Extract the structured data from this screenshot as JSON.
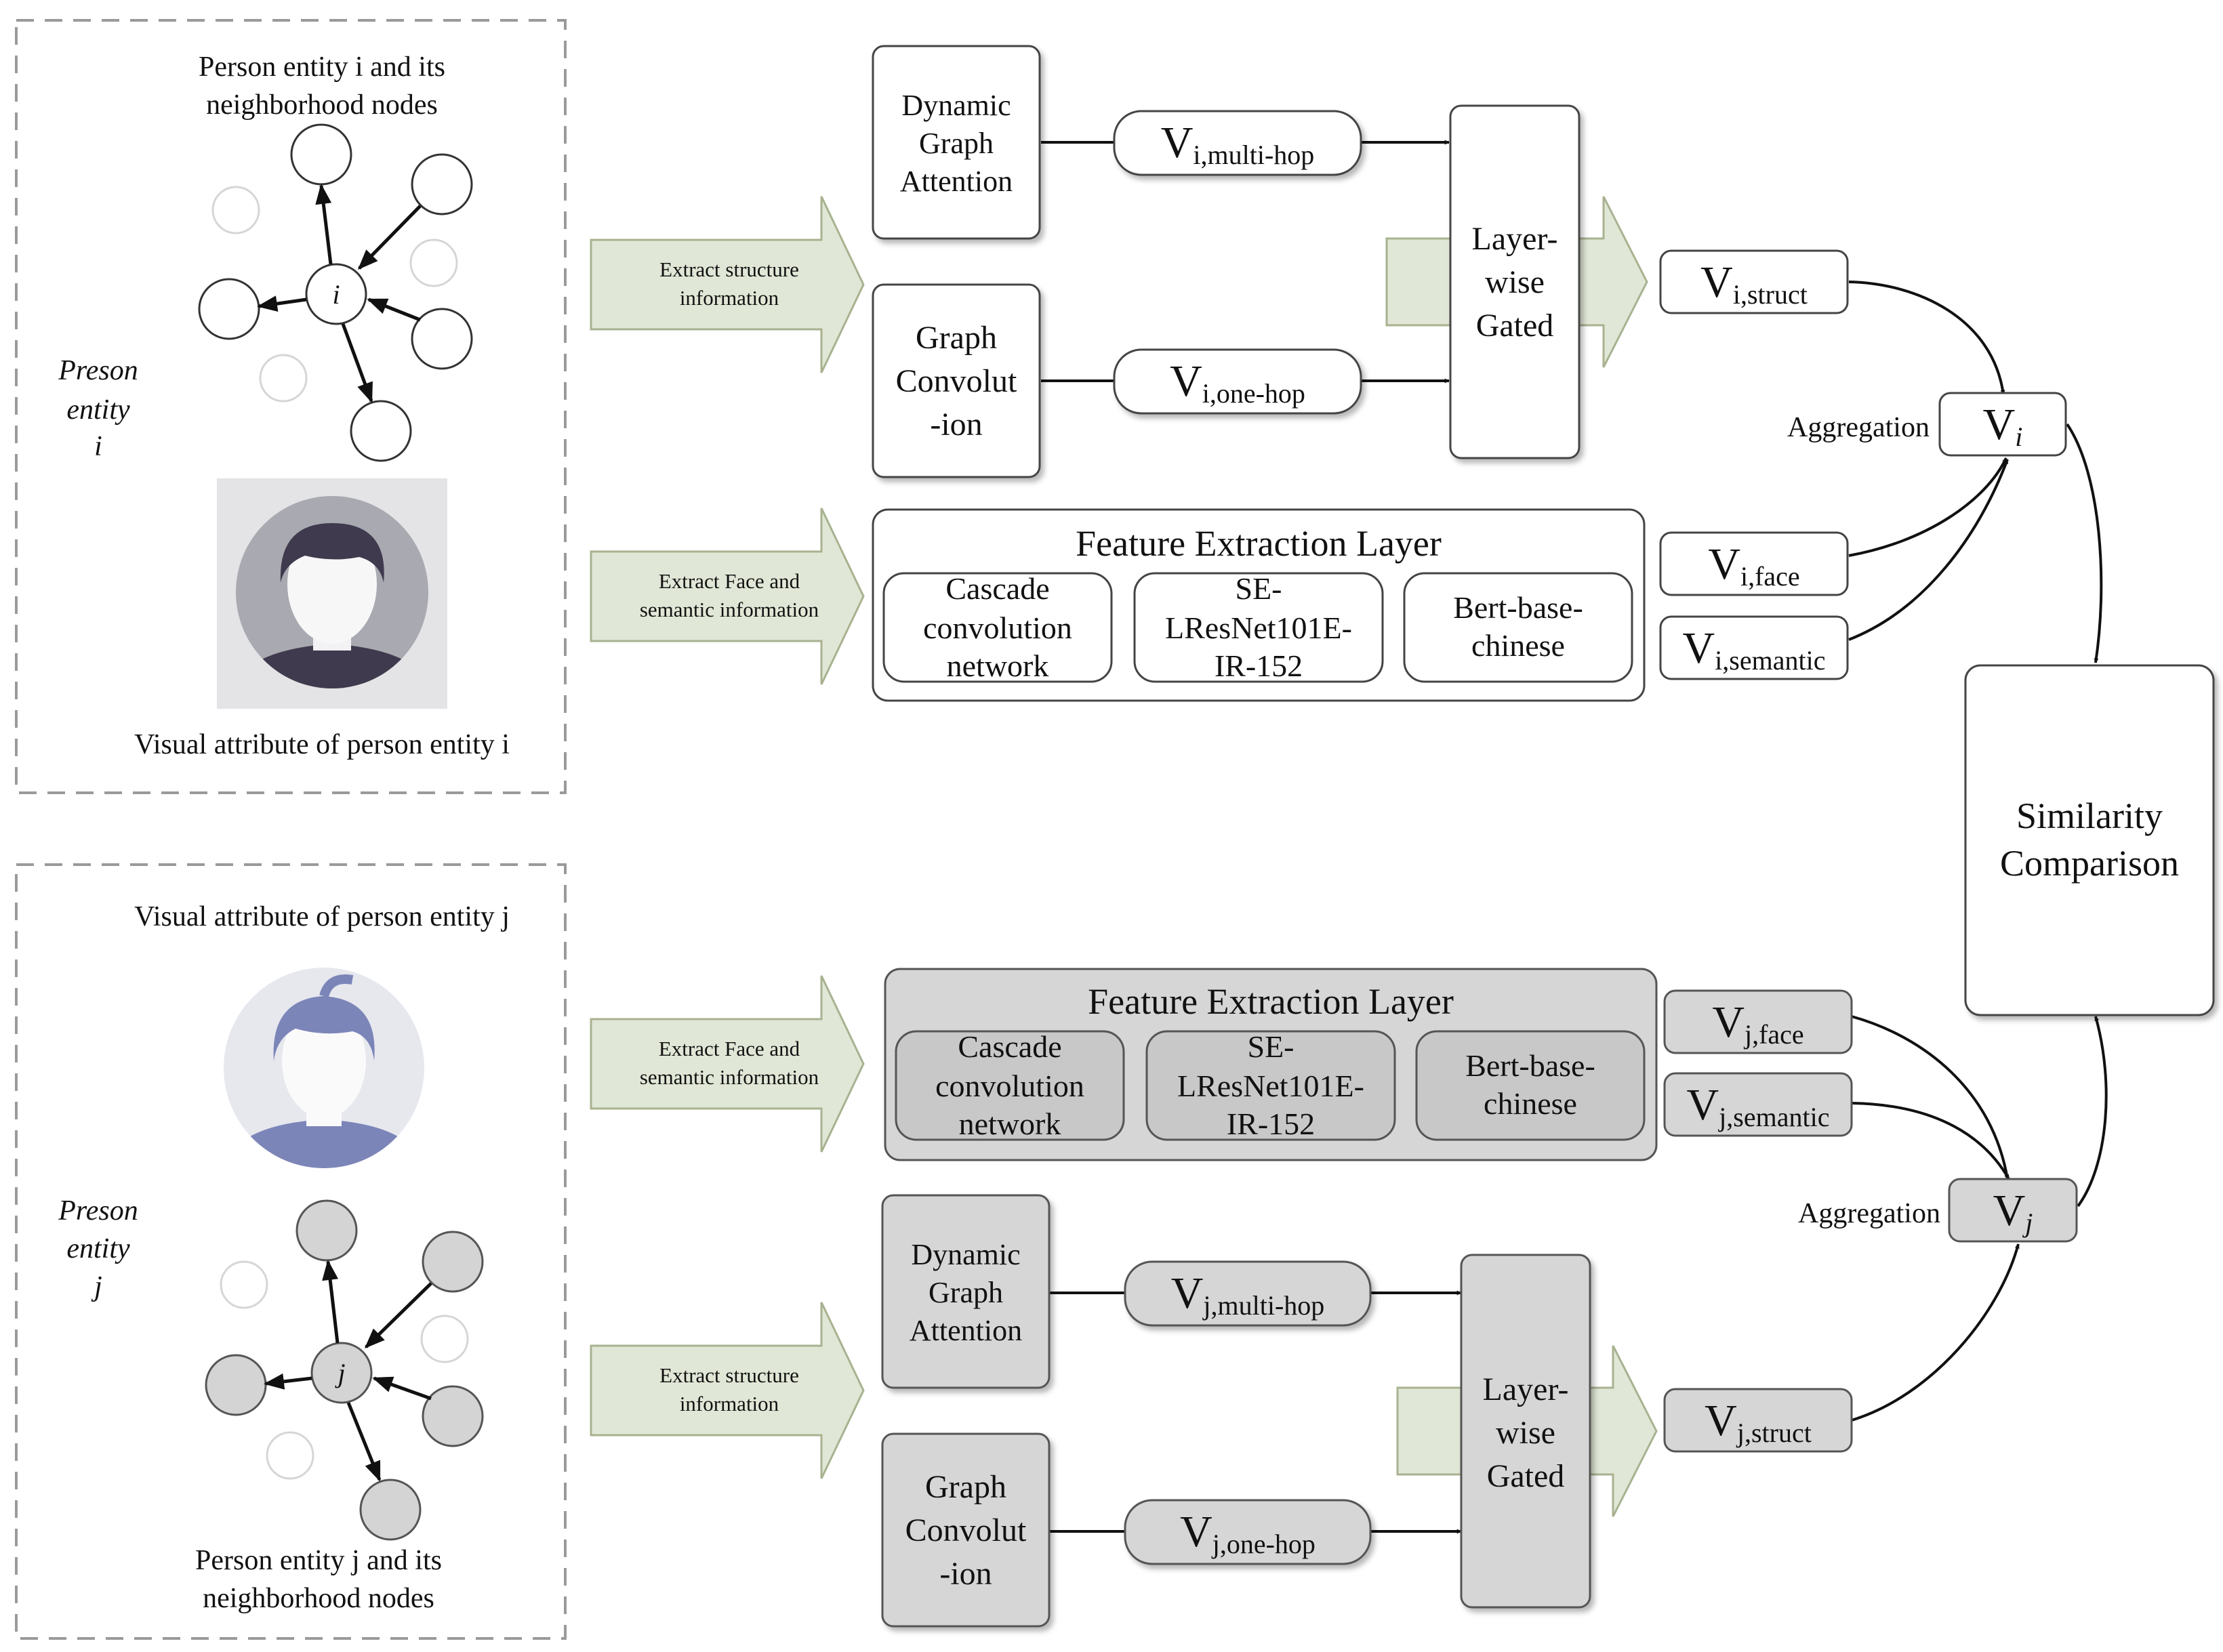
{
  "colors": {
    "arrow_fill": "#e1e7d6",
    "arrow_stroke": "#a8b290",
    "gray_box": "#d6d6d6",
    "gray_inner": "#c8c8c8",
    "panel_border": "#9a9a9a",
    "avatar_i": "#3f3a4e",
    "avatar_j": "#7c85b8"
  },
  "icons": {
    "avatar_i": "person-avatar-icon",
    "avatar_j": "person-avatar-icon"
  },
  "panel_i": {
    "graph_caption_1": "Person entity i and its",
    "graph_caption_2": "neighborhood nodes",
    "center_label": "i",
    "side_label_1": "Preson",
    "side_label_2": "entity",
    "side_label_3": "i",
    "visual_caption": "Visual attribute of person entity i"
  },
  "panel_j": {
    "visual_caption": "Visual attribute of person entity j",
    "side_label_1": "Preson",
    "side_label_2": "entity",
    "side_label_3": "j",
    "center_label": "j",
    "graph_caption_1": "Person entity j and its",
    "graph_caption_2": "neighborhood nodes"
  },
  "arrows": {
    "struct_1": "Extract structure",
    "struct_2": "information",
    "face_1": "Extract Face and",
    "face_2": "semantic information"
  },
  "top": {
    "dga_1": "Dynamic",
    "dga_2": "Graph",
    "dga_3": "Attention",
    "gc_1": "Graph",
    "gc_2": "Convolut",
    "gc_3": "-ion",
    "multi_hop_base": "V",
    "multi_hop_sub": "i,multi-hop",
    "one_hop_base": "V",
    "one_hop_sub": "i,one-hop",
    "gated_1": "Layer-",
    "gated_2": "wise",
    "gated_3": "Gated",
    "struct_base": "V",
    "struct_sub": "i,struct",
    "fel_title": "Feature Extraction Layer",
    "ccn_1": "Cascade",
    "ccn_2": "convolution",
    "ccn_3": "network",
    "se_1": "SE-",
    "se_2": "LResNet101E-",
    "se_3": "IR-152",
    "bert_1": "Bert-base-",
    "bert_2": "chinese",
    "face_base": "V",
    "face_sub": "i,face",
    "semantic_base": "V",
    "semantic_sub": "i,semantic",
    "agg_label": "Aggregation",
    "agg_base": "V",
    "agg_sub": "i"
  },
  "similarity": {
    "line_1": "Similarity",
    "line_2": "Comparison"
  },
  "bottom": {
    "fel_title": "Feature Extraction Layer",
    "ccn_1": "Cascade",
    "ccn_2": "convolution",
    "ccn_3": "network",
    "se_1": "SE-",
    "se_2": "LResNet101E-",
    "se_3": "IR-152",
    "bert_1": "Bert-base-",
    "bert_2": "chinese",
    "face_base": "V",
    "face_sub": "j,face",
    "semantic_base": "V",
    "semantic_sub": "j,semantic",
    "agg_label": "Aggregation",
    "agg_base": "V",
    "agg_sub": "j",
    "dga_1": "Dynamic",
    "dga_2": "Graph",
    "dga_3": "Attention",
    "gc_1": "Graph",
    "gc_2": "Convolut",
    "gc_3": "-ion",
    "multi_hop_base": "V",
    "multi_hop_sub": "j,multi-hop",
    "one_hop_base": "V",
    "one_hop_sub": "j,one-hop",
    "gated_1": "Layer-",
    "gated_2": "wise",
    "gated_3": "Gated",
    "struct_base": "V",
    "struct_sub": "j,struct"
  }
}
